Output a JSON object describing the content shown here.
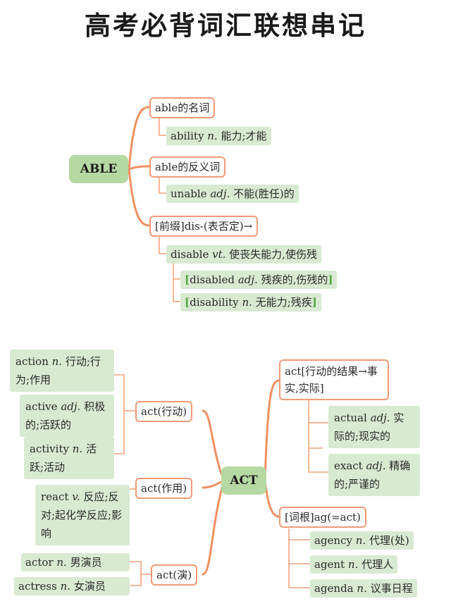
{
  "title": "高考必背词汇联想串记",
  "able": {
    "root": "ABLE",
    "noun_label": "able的名词",
    "ability_word": "ability",
    "ability_pos": "n.",
    "ability_def": "能力;才能",
    "antonym_label": "able的反义词",
    "unable_word": "unable",
    "unable_pos": "adj.",
    "unable_def": "不能(胜任)的",
    "prefix_label": "[前缀]dis-(表否定)→",
    "disable_word": "disable",
    "disable_pos": "vt.",
    "disable_def": "使丧失能力,使伤残",
    "disabled_open": "[",
    "disabled_word": "disabled",
    "disabled_pos": "adj.",
    "disabled_def": "残疾的,伤残的",
    "disabled_close": "]",
    "disability_open": "[",
    "disability_word": "disability",
    "disability_pos": "n.",
    "disability_def": "无能力;残疾",
    "disability_close": "]"
  },
  "act": {
    "root": "ACT",
    "act_action": "act(行动)",
    "act_effect": "act(作用)",
    "act_perform": "act(演)",
    "result_label": "act[行动的结果→事实,实际]",
    "root_label": "[词根]ag(=act)",
    "action_word": "action",
    "action_pos": "n.",
    "action_def": "行动;行为;作用",
    "active_word": "active",
    "active_pos": "adj.",
    "active_def": "积极的;活跃的",
    "activity_word": "activity",
    "activity_pos": "n.",
    "activity_def": "活跃;活动",
    "react_word": "react",
    "react_pos": "v.",
    "react_def": "反应;反对;起化学反应;影响",
    "actor_word": "actor",
    "actor_pos": "n.",
    "actor_def": "男演员",
    "actress_word": "actress",
    "actress_pos": "n.",
    "actress_def": "女演员",
    "actual_word": "actual",
    "actual_pos": "adj.",
    "actual_def": "实际的;现实的",
    "exact_word": "exact",
    "exact_pos": "adj.",
    "exact_def": "精确的;严谨的",
    "agency_word": "agency",
    "agency_pos": "n.",
    "agency_def": "代理(处)",
    "agent_word": "agent",
    "agent_pos": "n.",
    "agent_def": "代理人",
    "agenda_word": "agenda",
    "agenda_pos": "n.",
    "agenda_def": "议事日程"
  },
  "colors": {
    "connector": "#f0905f",
    "box_border": "#f29a76",
    "leaf_fill": "#d8ead2",
    "root_fill": "#b6d9a4",
    "bracket": "#5aa64a"
  }
}
